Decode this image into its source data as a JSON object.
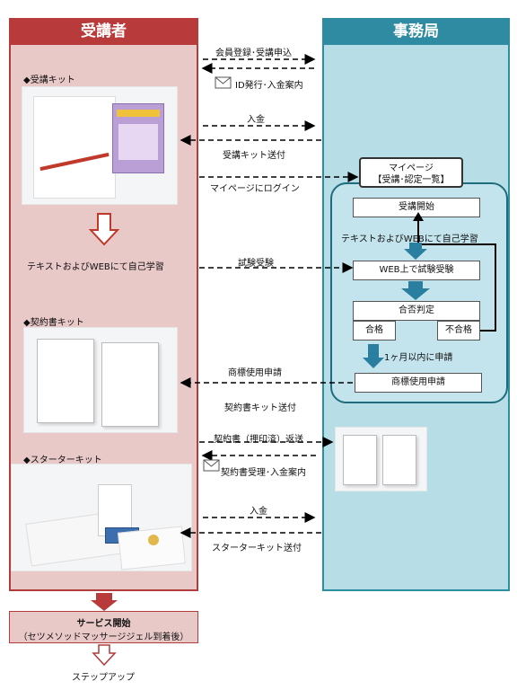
{
  "columns": {
    "left_title": "受講者",
    "right_title": "事務局"
  },
  "left": {
    "kit1_title": "◆受講キット",
    "self_study": "テキストおよびWEBにて自己学習",
    "kit2_title": "◆契約書キット",
    "kit3_title": "◆スターターキット"
  },
  "messages": {
    "m1": "会員登録･受講申込",
    "m2": "ID発行･入金案内",
    "m3": "入金",
    "m4": "受講キット送付",
    "m5": "マイページにログイン",
    "m6": "試験受験",
    "m7": "商標使用申請",
    "m8": "契約書キット送付",
    "m9": "契約書（押印済）返送",
    "m10": "契約書受理･入金案内",
    "m11": "入金",
    "m12": "スターターキット送付"
  },
  "right": {
    "mypage_line1": "マイページ",
    "mypage_line2": "【受講･認定一覧】",
    "start": "受講開始",
    "self_study": "テキストおよびWEBにて自己学習",
    "exam": "WEB上で試験受験",
    "judge": "合否判定",
    "pass": "合格",
    "fail": "不合格",
    "within": "1ヶ月以内に申請",
    "trademark": "商標使用申請"
  },
  "bottom": {
    "service_line1": "サービス開始",
    "service_line2": "（セツメソッドマッサージジェル到着後）",
    "step_up": "ステップアップ"
  },
  "colors": {
    "left_header": "#b83a3a",
    "right_header": "#2e8ba1",
    "left_bg": "#e9c8c8",
    "right_bg": "#b7dde7"
  }
}
